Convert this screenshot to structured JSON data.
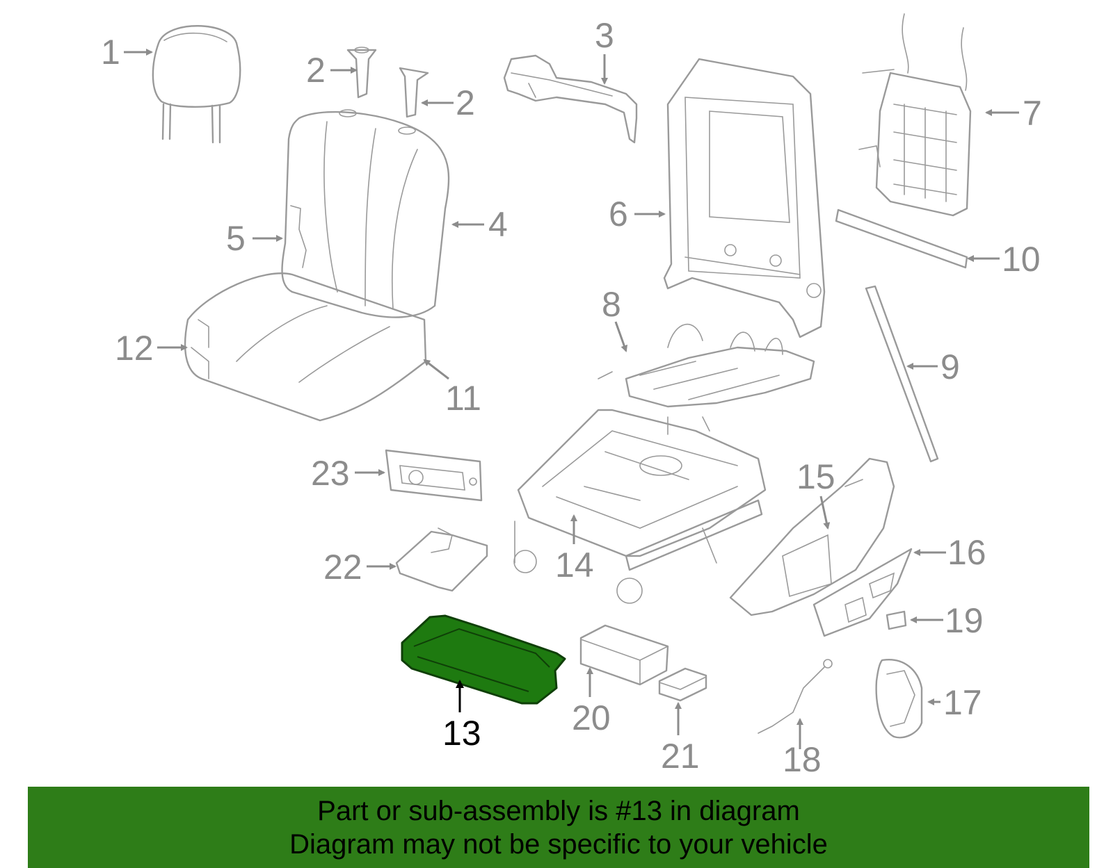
{
  "callouts": [
    "1",
    "2",
    "2",
    "3",
    "4",
    "5",
    "6",
    "7",
    "8",
    "9",
    "10",
    "11",
    "12",
    "13",
    "14",
    "15",
    "16",
    "17",
    "18",
    "19",
    "20",
    "21",
    "22",
    "23"
  ],
  "highlighted_part": "13",
  "colors": {
    "highlight_fill": "#1e7a10",
    "banner_background": "#2e7d18",
    "outline": "#9a9a9a",
    "callout_text": "#8c8c8c"
  },
  "banner": {
    "line1": "Part or sub-assembly is #13 in diagram",
    "line2": "Diagram may not be specific to your vehicle"
  }
}
